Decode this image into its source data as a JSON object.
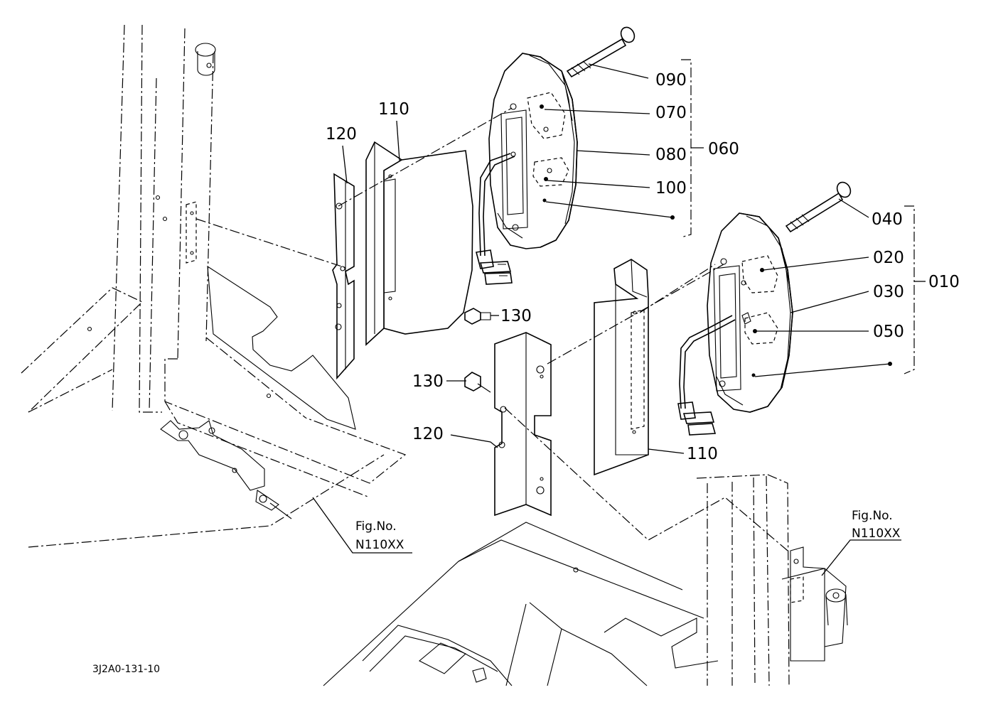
{
  "callouts": {
    "c090": "090",
    "c070": "070",
    "c080": "080",
    "c060": "060",
    "c100": "100",
    "c040": "040",
    "c020": "020",
    "c010": "010",
    "c030": "030",
    "c050": "050",
    "c110_top": "110",
    "c120_top": "120",
    "c130_top": "130",
    "c130_bottom": "130",
    "c120_bottom": "120",
    "c110_bottom": "110"
  },
  "fig_refs": {
    "left": {
      "line1": "Fig.No.",
      "line2": "N110XX"
    },
    "right": {
      "line1": "Fig.No.",
      "line2": "N110XX"
    }
  },
  "drawing_code": "3J2A0-131-10"
}
